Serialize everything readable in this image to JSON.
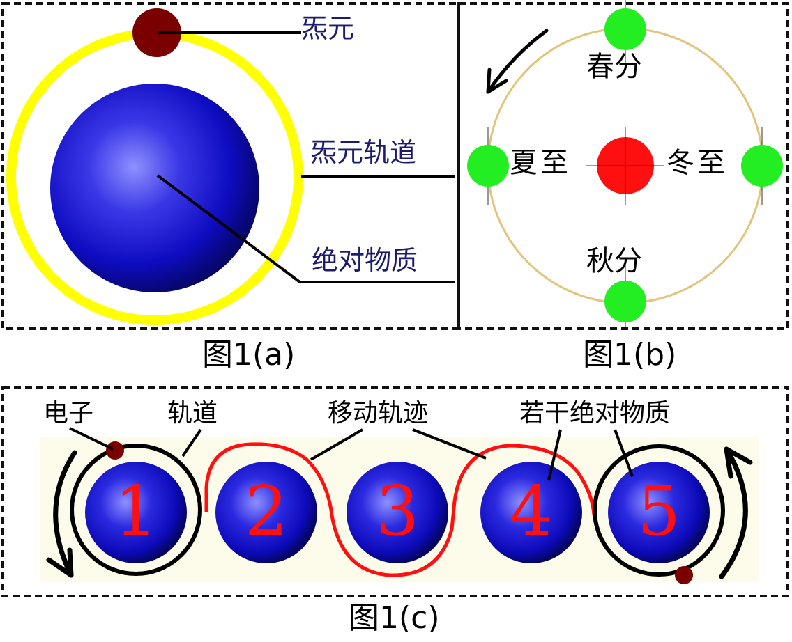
{
  "colors": {
    "border": "#111111",
    "sphere_blue": "#1a14c8",
    "sphere_highlight": "#8a8cff",
    "orbit_yellow": "#ffff00",
    "qiyuan_dark_red": "#7a0000",
    "label_navy": "#1c1c6e",
    "orbit_tan": "#e2c47a",
    "season_green": "#22ee22",
    "sun_red": "#ff1010",
    "track_red": "#ff1010",
    "panel_c_background": "#fdfcea",
    "number_red": "#ff1010"
  },
  "panel_a": {
    "caption": "图1(a)",
    "labels": {
      "qiyuan": "炁元",
      "qiyuan_orbit": "炁元轨道",
      "absolute_matter": "绝对物质"
    }
  },
  "panel_b": {
    "caption": "图1(b)",
    "labels": {
      "spring_equinox": "春分",
      "summer_solstice": "夏至",
      "winter_solstice": "冬至",
      "autumn_equinox": "秋分"
    }
  },
  "panel_c": {
    "caption": "图1(c)",
    "labels": {
      "electron": "电子",
      "orbit": "轨道",
      "movement_trajectory": "移动轨迹",
      "several_absolute_matter": "若干绝对物质"
    },
    "spheres": [
      {
        "number": "1"
      },
      {
        "number": "2"
      },
      {
        "number": "3"
      },
      {
        "number": "4"
      },
      {
        "number": "5"
      }
    ]
  }
}
